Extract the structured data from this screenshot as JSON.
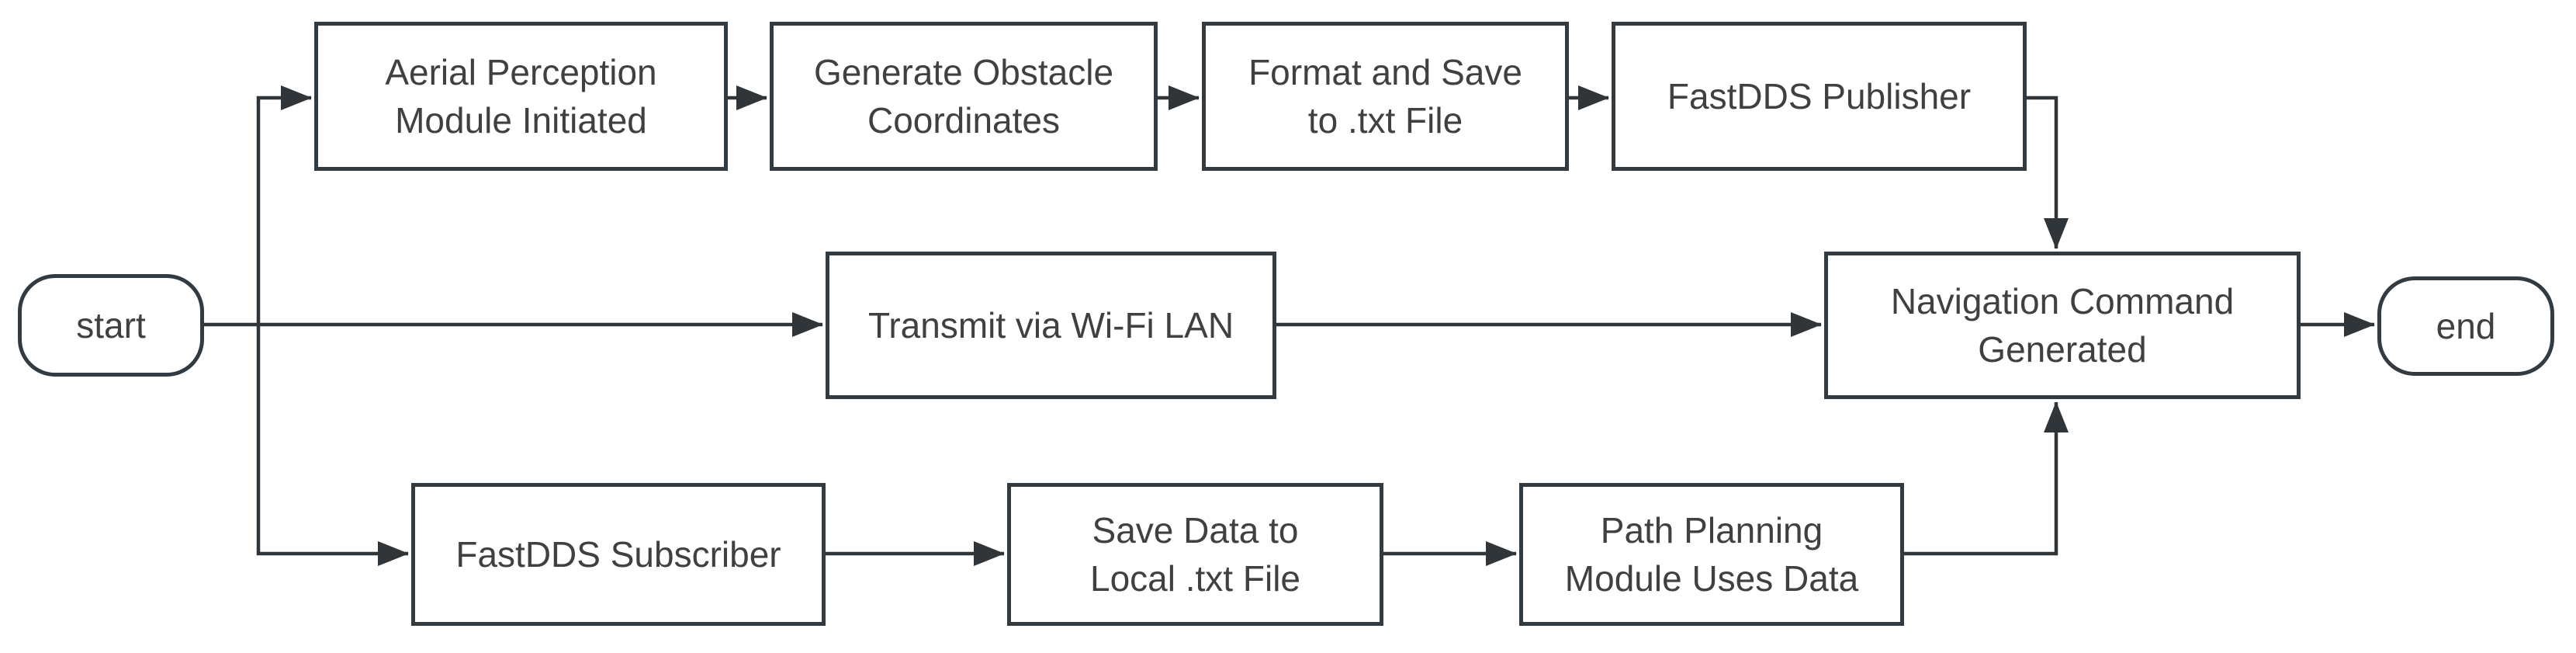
{
  "diagram": {
    "type": "flowchart",
    "colors": {
      "background": "#ffffff",
      "box_border": "#323a42",
      "connector": "#303539",
      "text": "#3f4040"
    },
    "nodes": {
      "start": {
        "label": "start",
        "shape": "terminal"
      },
      "aerial": {
        "label": "Aerial Perception\nModule Initiated",
        "shape": "process"
      },
      "generate": {
        "label": "Generate Obstacle\nCoordinates",
        "shape": "process"
      },
      "format": {
        "label": "Format and Save\nto .txt File",
        "shape": "process"
      },
      "publisher": {
        "label": "FastDDS Publisher",
        "shape": "process"
      },
      "transmit": {
        "label": "Transmit via Wi-Fi LAN",
        "shape": "process"
      },
      "navigation": {
        "label": "Navigation Command\nGenerated",
        "shape": "process"
      },
      "subscriber": {
        "label": "FastDDS Subscriber",
        "shape": "process"
      },
      "savedata": {
        "label": "Save Data to\nLocal .txt File",
        "shape": "process"
      },
      "pathplan": {
        "label": "Path Planning\nModule Uses Data",
        "shape": "process"
      },
      "end": {
        "label": "end",
        "shape": "terminal"
      }
    },
    "edges": [
      {
        "from": "start",
        "to": "aerial"
      },
      {
        "from": "start",
        "to": "transmit"
      },
      {
        "from": "start",
        "to": "subscriber"
      },
      {
        "from": "aerial",
        "to": "generate"
      },
      {
        "from": "generate",
        "to": "format"
      },
      {
        "from": "format",
        "to": "publisher"
      },
      {
        "from": "publisher",
        "to": "navigation"
      },
      {
        "from": "transmit",
        "to": "navigation"
      },
      {
        "from": "subscriber",
        "to": "savedata"
      },
      {
        "from": "savedata",
        "to": "pathplan"
      },
      {
        "from": "pathplan",
        "to": "navigation"
      },
      {
        "from": "navigation",
        "to": "end"
      }
    ]
  }
}
